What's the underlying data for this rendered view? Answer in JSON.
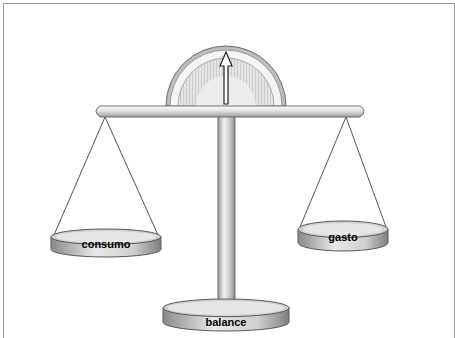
{
  "diagram": {
    "nodes": [
      {
        "text": [
          "consumo"
        ]
      },
      {
        "text": [
          "gasto"
        ]
      },
      {
        "text": [
          "balance"
        ]
      }
    ]
  }
}
